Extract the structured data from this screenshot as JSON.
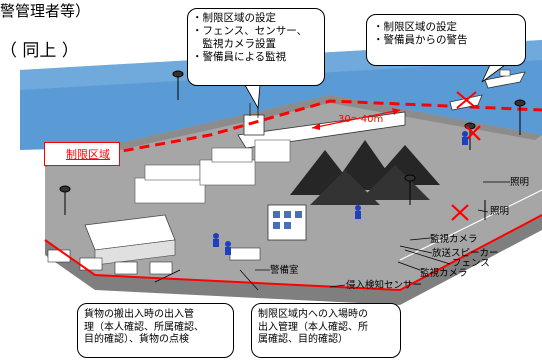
{
  "header": {
    "top_left": "警管理者等）",
    "same_as_above": "（  同上  ）"
  },
  "callouts": {
    "center_top": [
      "・制限区域の設定",
      "・フェンス、センサー、",
      "　監視カメラ設置",
      "・警備員による監視"
    ],
    "right_top": [
      "・制限区域の設定",
      "・警備員からの警告"
    ],
    "bottom_left": [
      "貨物の搬出入時の出入管",
      "理（本人確認、所属確認、",
      "目的確認）、貨物の点検"
    ],
    "bottom_mid": [
      "制限区域内への入場時の",
      "出入管理（本人確認、所",
      "属確認、目的確認）"
    ]
  },
  "labels": {
    "restricted_area": "制限区域",
    "distance": "30～40m",
    "lighting_1": "照明",
    "lighting_2": "照明",
    "camera_1": "監視カメラ",
    "speaker": "放送スピーカー",
    "fence": "フェンス",
    "camera_2": "監視カメラ",
    "guard_room": "警備室",
    "intrusion_sensor": "侵入検知センサー"
  },
  "colors": {
    "sea": "#5b9bd5",
    "ground": "#a6a6a6",
    "restricted_line": "#ff0000",
    "coal": "#262626"
  }
}
